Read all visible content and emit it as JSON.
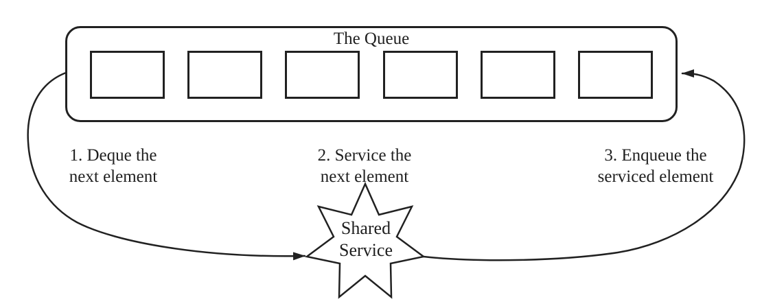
{
  "colors": {
    "ink": "#212121",
    "background": "#ffffff"
  },
  "queue": {
    "title": "The Queue",
    "slot_count": 6
  },
  "service_node": {
    "line1": "Shared",
    "line2": "Service"
  },
  "steps": [
    {
      "line1": "1. Deque the",
      "line2": "next element"
    },
    {
      "line1": "2. Service the",
      "line2": "next element"
    },
    {
      "line1": "3. Enqueue the",
      "line2": "serviced element"
    }
  ]
}
